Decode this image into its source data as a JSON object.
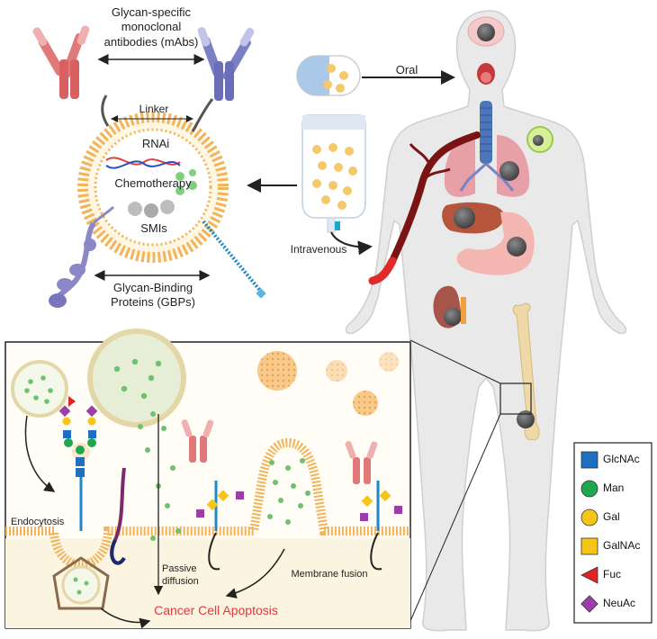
{
  "labels": {
    "mabs_line1": "Glycan-specific",
    "mabs_line2": "monoclonal",
    "mabs_line3": "antibodies (mAbs)",
    "linker": "Linker",
    "rnai": "RNAi",
    "chemotherapy": "Chemotherapy",
    "smis": "SMIs",
    "gbps_line1": "Glycan-Binding",
    "gbps_line2": "Proteins (GBPs)",
    "oral": "Oral",
    "intravenous": "Intravenous",
    "endocytosis": "Endocytosis",
    "passive_line1": "Passive",
    "passive_line2": "diffusion",
    "membrane_fusion": "Membrane fusion",
    "apoptosis": "Cancer Cell Apoptosis"
  },
  "legend": [
    {
      "label": "GlcNAc",
      "shape": "square",
      "color": "#1f6fc0"
    },
    {
      "label": "Man",
      "shape": "circle",
      "color": "#1fa74f"
    },
    {
      "label": "Gal",
      "shape": "circle",
      "color": "#f5c518"
    },
    {
      "label": "GalNAc",
      "shape": "square",
      "color": "#f5c518"
    },
    {
      "label": "Fuc",
      "shape": "triangle",
      "color": "#e02424"
    },
    {
      "label": "NeuAc",
      "shape": "diamond",
      "color": "#9b3fa8"
    }
  ],
  "colors": {
    "lipid": "#f2b45a",
    "antibody_red": "#e07a7a",
    "antibody_blue": "#7b7fc4",
    "apoptosis_red": "#e03a3a",
    "tumor": "#555555",
    "body": "#e9e9e9"
  }
}
